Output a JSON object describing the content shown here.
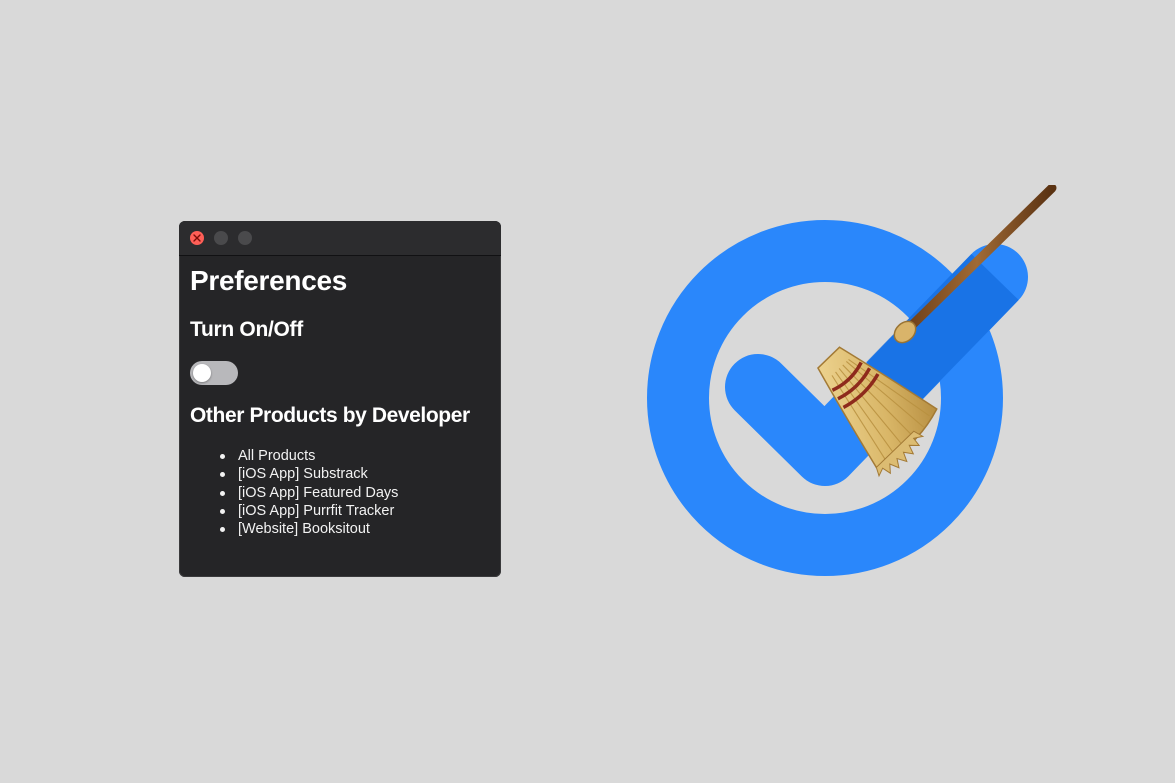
{
  "window": {
    "title": "",
    "heading": "Preferences",
    "toggle_section_label": "Turn On/Off",
    "toggle_state": "off",
    "products_heading": "Other Products by Developer",
    "products": [
      {
        "label": "All Products"
      },
      {
        "label": "[iOS App] Substrack"
      },
      {
        "label": "[iOS App] Featured Days"
      },
      {
        "label": "[iOS App] Purrfit Tracker"
      },
      {
        "label": "[Website] Booksitout"
      }
    ]
  },
  "app_icon": {
    "icon": "broom-checkmark-icon",
    "colors": {
      "ring": "#2a87fb",
      "check": "#2a87fb",
      "broom_straw": "#e2c27a",
      "broom_handle": "#8b5a2b"
    }
  },
  "colors": {
    "background": "#d9d9d9",
    "window_bg": "#252527",
    "close_light": "#fe5f57"
  }
}
